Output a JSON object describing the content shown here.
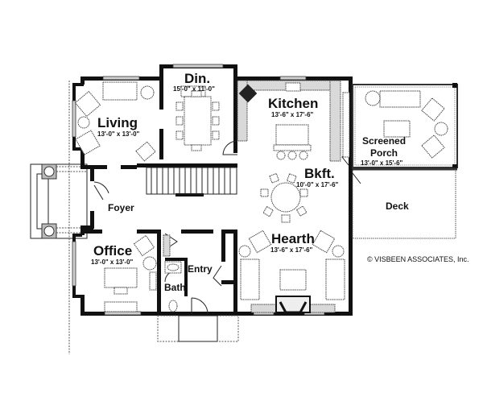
{
  "floor_plan": {
    "rooms": [
      {
        "id": "living",
        "name": "Living",
        "dimensions": "13'-0\" x 13'-0\""
      },
      {
        "id": "dining",
        "name": "Din.",
        "dimensions": "15'-0\" x 11'-0\""
      },
      {
        "id": "kitchen",
        "name": "Kitchen",
        "dimensions": "13'-6\" x 17'-6\""
      },
      {
        "id": "screened_porch",
        "name_line1": "Screened",
        "name_line2": "Porch",
        "dimensions": "13'-0\" x 15'-6\""
      },
      {
        "id": "breakfast",
        "name": "Bkft.",
        "dimensions": "10'-0\" x 17'-6\""
      },
      {
        "id": "foyer",
        "name": "Foyer"
      },
      {
        "id": "deck",
        "name": "Deck"
      },
      {
        "id": "office",
        "name": "Office",
        "dimensions": "13'-0\" x 13'-0\""
      },
      {
        "id": "entry",
        "name": "Entry"
      },
      {
        "id": "bath",
        "name": "Bath"
      },
      {
        "id": "hearth",
        "name": "Hearth",
        "dimensions": "13'-6\" x 17'-6\""
      }
    ],
    "copyright": "© VISBEEN ASSOCIATES, Inc."
  }
}
